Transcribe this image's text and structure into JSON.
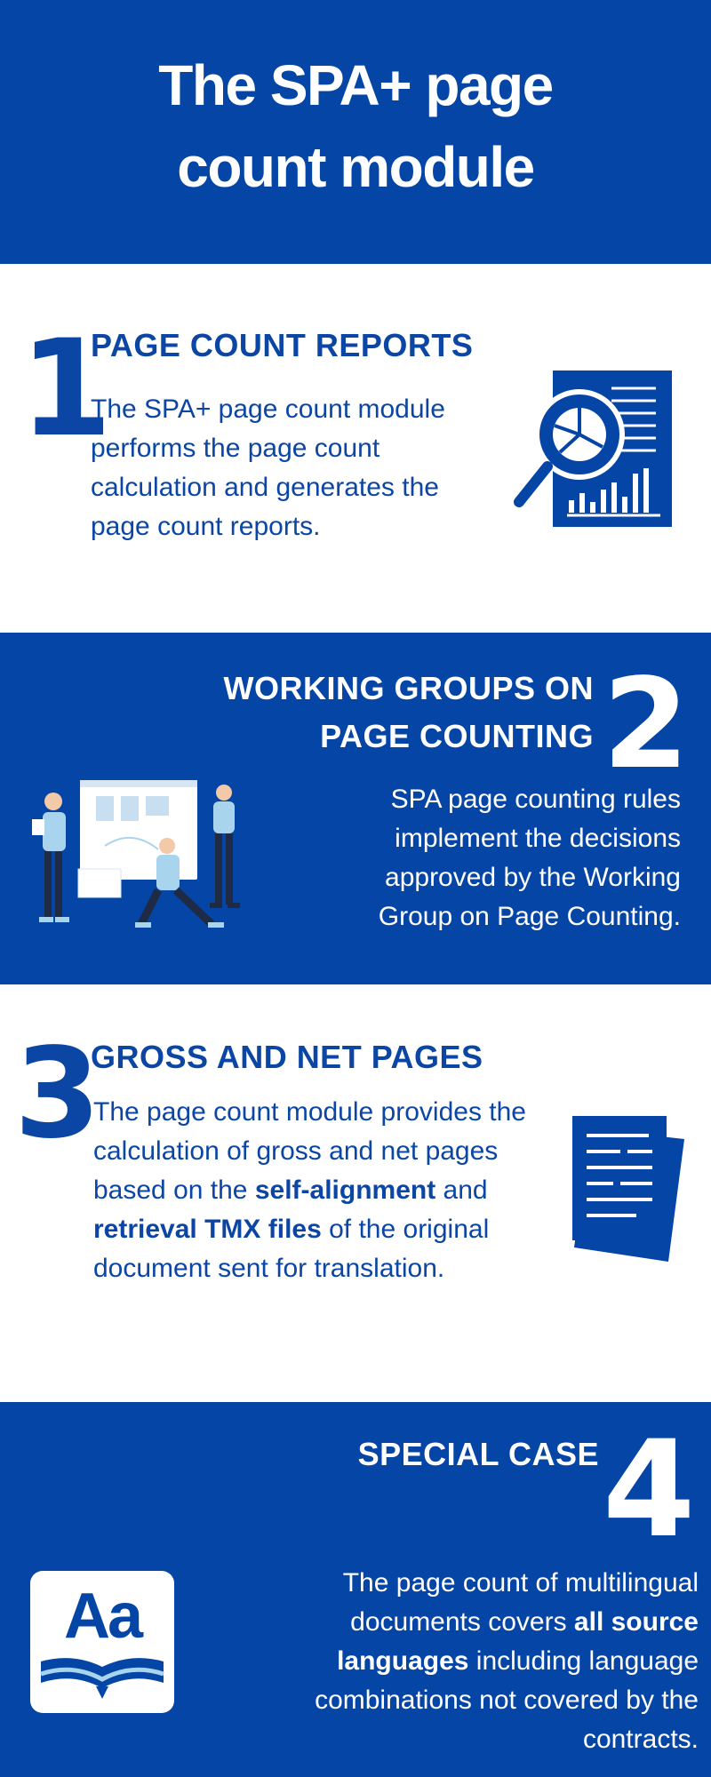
{
  "header": {
    "title_line1": "The SPA+ page",
    "title_line2": "count module"
  },
  "sections": [
    {
      "number": "1",
      "heading": "PAGE COUNT REPORTS",
      "body": "The SPA+ page count module performs the page count calculation and generates the page count reports."
    },
    {
      "number": "2",
      "heading_line1": "WORKING GROUPS ON",
      "heading_line2": "PAGE COUNTING",
      "body_lines": [
        "SPA page counting rules",
        "implement the decisions",
        "approved by the Working",
        "Group on Page Counting."
      ]
    },
    {
      "number": "3",
      "heading": "GROSS AND NET PAGES",
      "body_part1": "The page count module provides the calculation of gross and net pages based on the ",
      "body_bold1": "self-alignment",
      "body_part2": " and ",
      "body_bold2": "retrieval TMX files",
      "body_part3": " of the original document sent for translation."
    },
    {
      "number": "4",
      "heading": "SPECIAL CASE",
      "body_part1": "The page count of multilingual documents covers ",
      "body_bold1": "all source languages",
      "body_part2": " including language combinations not covered by the contracts.",
      "icon_text": "Aa"
    }
  ],
  "colors": {
    "primary_blue": "#0445a6",
    "light_blue": "#a8d4ee",
    "white": "#ffffff"
  },
  "icons": [
    "report-magnifier-icon",
    "team-meeting-illustration",
    "documents-icon",
    "dictionary-book-icon"
  ]
}
